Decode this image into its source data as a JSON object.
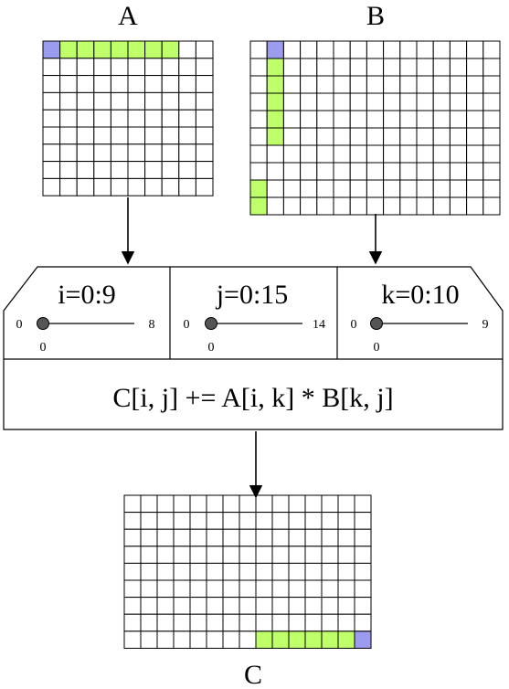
{
  "matrices": {
    "A": {
      "label": "A",
      "rows": 9,
      "cols": 10,
      "highlight": [
        [
          0,
          0,
          "blue"
        ],
        [
          0,
          1,
          "green"
        ],
        [
          0,
          2,
          "green"
        ],
        [
          0,
          3,
          "green"
        ],
        [
          0,
          4,
          "green"
        ],
        [
          0,
          5,
          "green"
        ],
        [
          0,
          6,
          "green"
        ],
        [
          0,
          7,
          "green"
        ]
      ]
    },
    "B": {
      "label": "B",
      "rows": 10,
      "cols": 15,
      "highlight": [
        [
          0,
          1,
          "blue"
        ],
        [
          1,
          1,
          "green"
        ],
        [
          2,
          1,
          "green"
        ],
        [
          3,
          1,
          "green"
        ],
        [
          4,
          1,
          "green"
        ],
        [
          5,
          1,
          "green"
        ],
        [
          8,
          0,
          "green"
        ],
        [
          9,
          0,
          "green"
        ]
      ]
    },
    "C": {
      "label": "C",
      "rows": 9,
      "cols": 15,
      "highlight": [
        [
          8,
          8,
          "green"
        ],
        [
          8,
          9,
          "green"
        ],
        [
          8,
          10,
          "green"
        ],
        [
          8,
          11,
          "green"
        ],
        [
          8,
          12,
          "green"
        ],
        [
          8,
          13,
          "green"
        ],
        [
          8,
          14,
          "blue"
        ]
      ]
    }
  },
  "loops": [
    {
      "label": "i=0:9",
      "min": "0",
      "max": "8",
      "value": "0",
      "fraction": 0
    },
    {
      "label": "j=0:15",
      "min": "0",
      "max": "14",
      "value": "0",
      "fraction": 0
    },
    {
      "label": "k=0:10",
      "min": "0",
      "max": "9",
      "value": "0",
      "fraction": 0
    }
  ],
  "formula": "C[i, j] += A[i, k] * B[k, j]",
  "colors": {
    "green": "#bfff6a",
    "blue": "#9b9bef",
    "knob": "#555555"
  }
}
